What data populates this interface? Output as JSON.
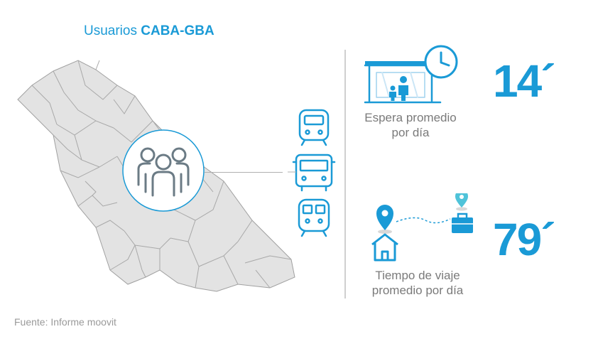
{
  "title": {
    "prefix": "Usuarios ",
    "bold": "CABA-GBA"
  },
  "stats": {
    "wait": {
      "value": "14´",
      "label_line1": "Espera promedio",
      "label_line2": "por día"
    },
    "trip": {
      "value": "79´",
      "label_line1": "Tiempo de viaje",
      "label_line2": "promedio por día"
    }
  },
  "footer": {
    "source": "Fuente: Informe moovit"
  },
  "colors": {
    "accent": "#1a9ad6",
    "map_fill": "#e3e3e3",
    "map_stroke": "#9a9a9a",
    "people_icon": "#6b7b85",
    "text_gray": "#7a7a7a"
  },
  "icons": {
    "map": "caba-gba-map",
    "people": "people-group-icon",
    "train": "train-icon",
    "bus": "bus-icon",
    "subway": "subway-icon",
    "bus_stop": "bus-stop-icon",
    "clock": "clock-icon",
    "home": "home-icon",
    "pin": "location-pin-icon",
    "briefcase": "briefcase-icon"
  }
}
